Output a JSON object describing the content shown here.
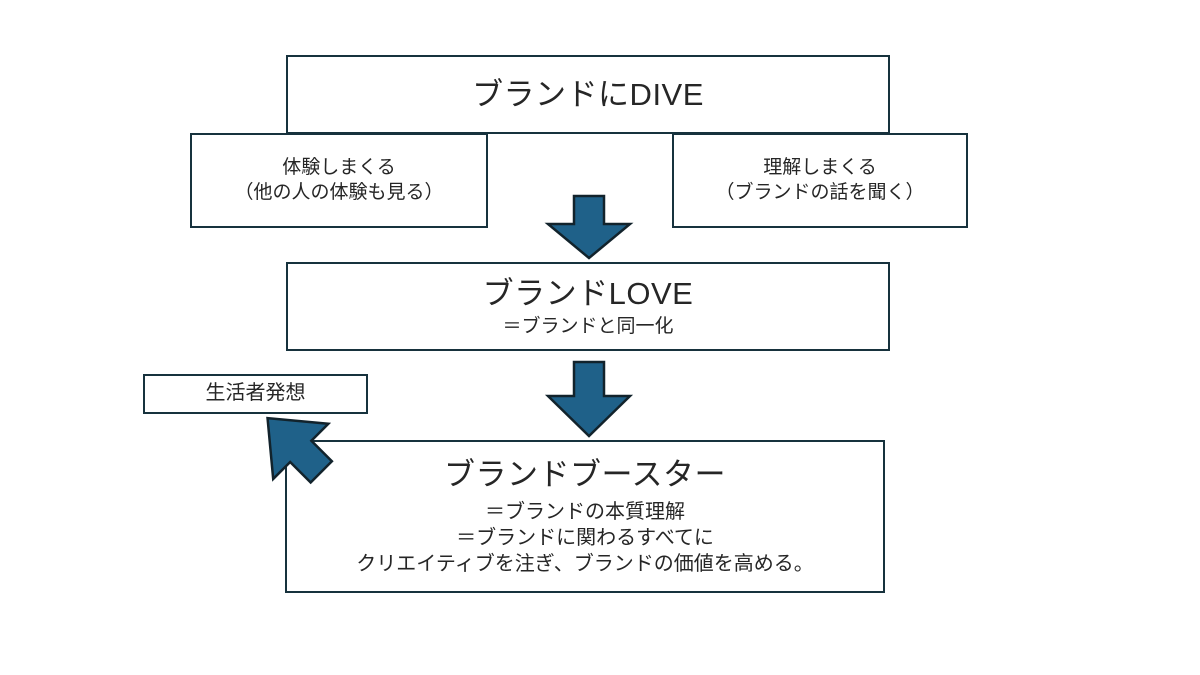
{
  "diagram": {
    "title": "ブランドにDIVE",
    "accent_color": "#1F6189",
    "border_color": "#17323D",
    "text_color": "#262626",
    "background_color": "#FFFFFF",
    "nodes": {
      "dive": {
        "label": "ブランドにDIVE"
      },
      "experience": {
        "line1": "体験しまくる",
        "line2": "（他の人の体験も見る）"
      },
      "understand": {
        "line1": "理解しまくる",
        "line2": "（ブランドの話を聞く）"
      },
      "love": {
        "label": "ブランドLOVE",
        "sub": "＝ブランドと同一化"
      },
      "seikatsusha": {
        "label": "生活者発想"
      },
      "booster": {
        "label": "ブランドブースター",
        "sub_line1": "＝ブランドの本質理解",
        "sub_line2": "＝ブランドに関わるすべてに",
        "sub_line3": "クリエイティブを注ぎ、ブランドの価値を高める。"
      }
    },
    "arrows": [
      {
        "name": "dive-to-love",
        "icon": "down-block-arrow-icon",
        "direction": "down"
      },
      {
        "name": "love-to-booster",
        "icon": "down-block-arrow-icon",
        "direction": "down"
      },
      {
        "name": "seikatsusha-to-booster",
        "icon": "diagonal-block-arrow-icon",
        "direction": "down-left"
      }
    ]
  }
}
